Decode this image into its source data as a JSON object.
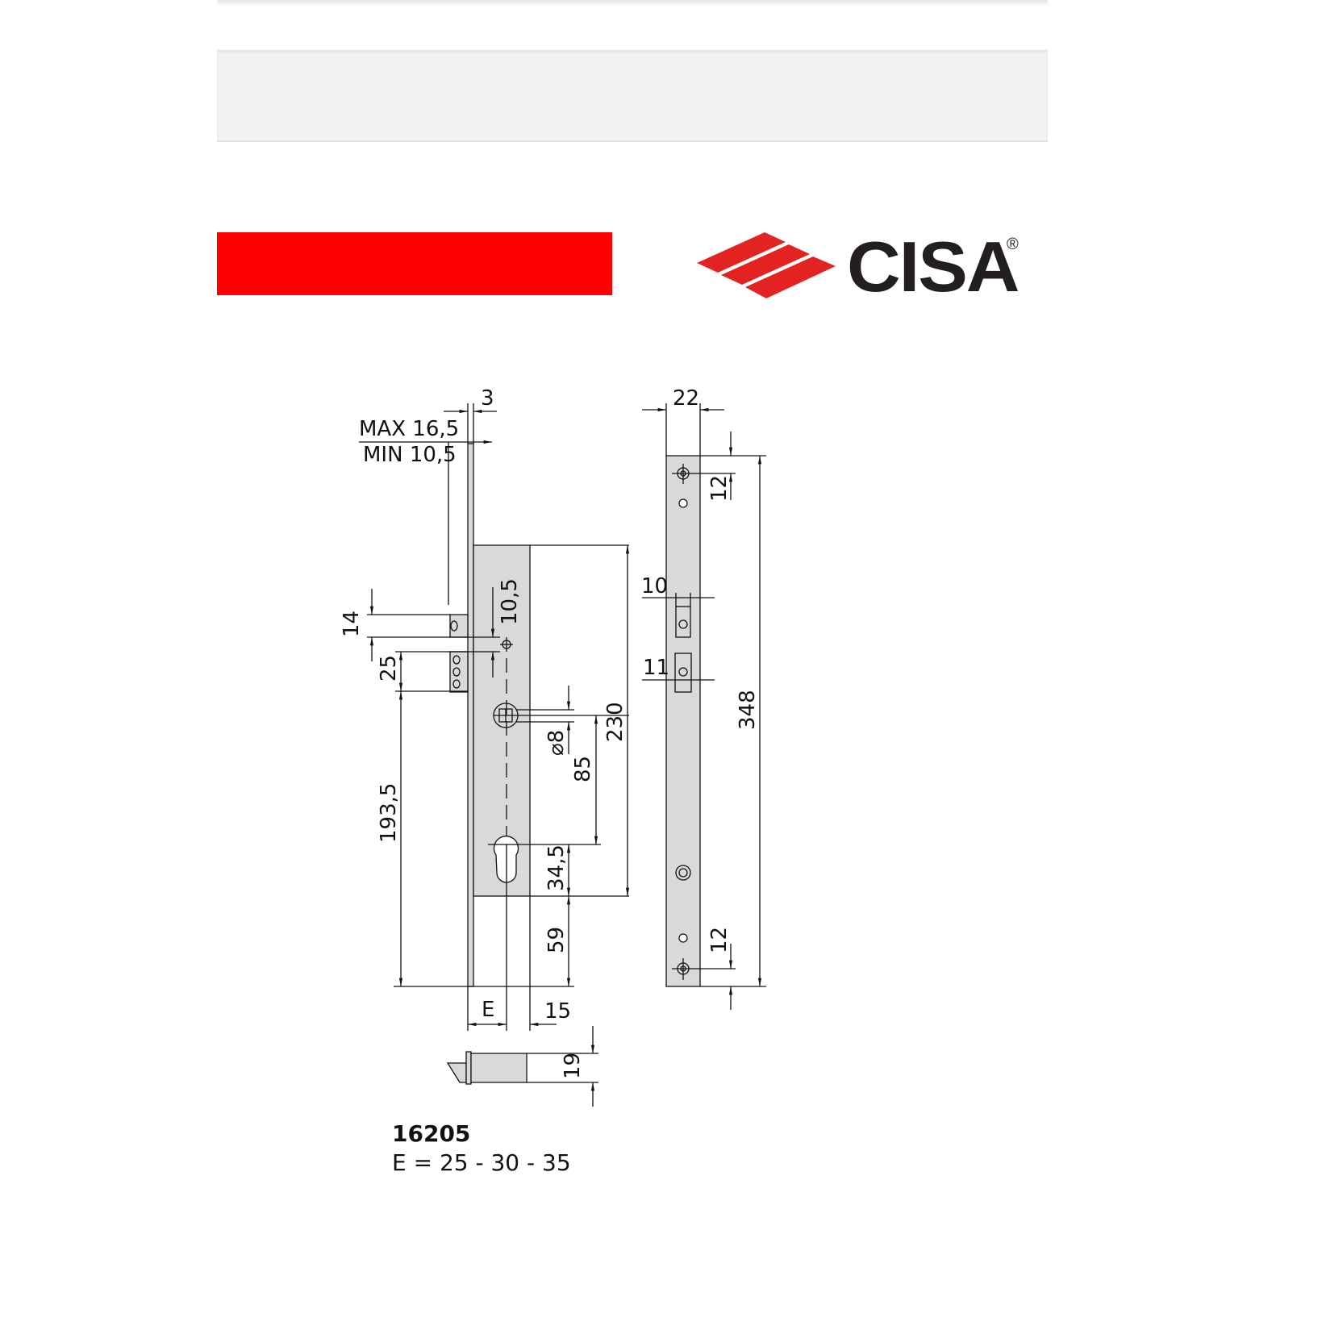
{
  "brand": {
    "name": "CISA",
    "registered": "®",
    "logo_color": "#e32322",
    "text_color": "#231f20",
    "accent_bar_color": "#ff0000"
  },
  "drawing": {
    "labels": {
      "backset_plate": "3",
      "max": "MAX 16,5",
      "min": "MIN 10,5",
      "faceplate_width": "22",
      "top_screw": "12",
      "bottom_screw": "12",
      "latch_width": "10",
      "bolt_width": "11",
      "total_height": "348",
      "body_height": "230",
      "latch_height": "14",
      "spacing_25": "25",
      "offset_10_5": "10,5",
      "spindle": "⌀8",
      "center_distance": "85",
      "cylinder_bottom": "34,5",
      "case_to_bottom": "59",
      "lower_height": "193,5",
      "backset": "E",
      "case_depth": "15",
      "bolt_height": "19"
    }
  },
  "caption": {
    "model": "16205",
    "sizes": "E =  25 - 30 - 35"
  }
}
